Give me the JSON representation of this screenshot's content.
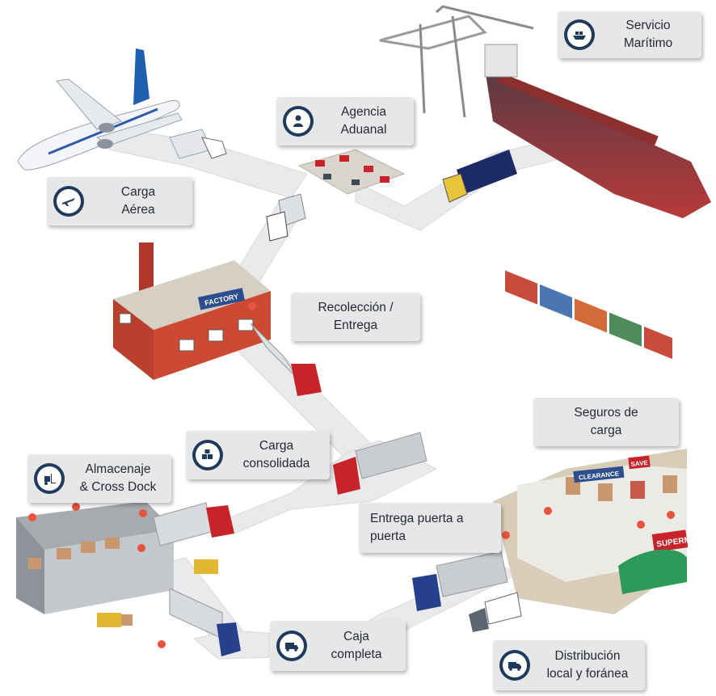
{
  "title": "Servicios logísticos",
  "colors": {
    "label_bg": "#e6e7e9",
    "icon_ring": "#1f3a5a",
    "road": "#e9eaec",
    "truck_red": "#c8222a",
    "truck_blue": "#26408c",
    "container_navy": "#1c2b66",
    "marker": "#e8533e"
  },
  "labels": {
    "carga_aerea": {
      "line1": "Carga",
      "line2": "Aérea",
      "icon": "airplane-icon"
    },
    "agencia_aduanal": {
      "line1": "Agencia",
      "line2": "Aduanal",
      "icon": "customs-agent-icon"
    },
    "servicio_maritimo": {
      "line1": "Servicio",
      "line2": "Marítimo",
      "icon": "ship-icon"
    },
    "recoleccion": {
      "line1": "Recolección /",
      "line2": "Entrega"
    },
    "carga_consolidada": {
      "line1": "Carga",
      "line2": "consolidada",
      "icon": "boxes-icon"
    },
    "almacenaje": {
      "line1": "Almacenaje",
      "line2": "& Cross Dock",
      "icon": "forklift-icon"
    },
    "seguros": {
      "line1": "Seguros de",
      "line2": "carga"
    },
    "entrega_puerta": {
      "line1": "Entrega puerta a",
      "line2": "puerta"
    },
    "caja_completa": {
      "line1": "Caja",
      "line2": "completa",
      "icon": "truck-load-icon"
    },
    "distribucion": {
      "line1": "Distribución",
      "line2": "local y foránea",
      "icon": "delivery-truck-icon"
    }
  },
  "signs": {
    "factory": "FACTORY",
    "clearance": "CLEARANCE",
    "save": "SAVE",
    "supermarket": "SUPERM"
  }
}
